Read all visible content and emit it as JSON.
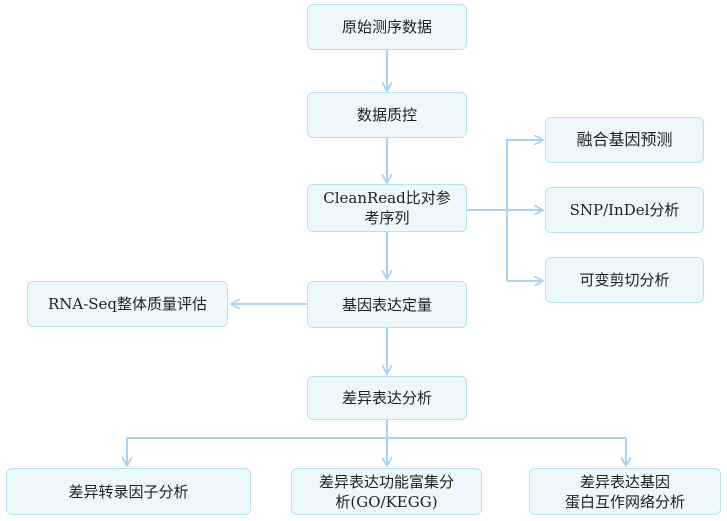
{
  "nodes": {
    "raw_data": "原始测序数据",
    "qc": "数据质控",
    "align_line1": "CleanRead比对参",
    "align_line2": "考序列",
    "fusion": "融合基因预测",
    "snp": "SNP/InDel分析",
    "splice": "可变剪切分析",
    "quant": "基因表达定量",
    "rnaseq_eval": "RNA-Seq整体质量评估",
    "diff_expr": "差异表达分析",
    "tf": "差异转录因子分析",
    "enrich_line1": "差异表达功能富集分",
    "enrich_line2": "析(GO/KEGG)",
    "ppi_line1": "差异表达基因",
    "ppi_line2": "蛋白互作网络分析"
  },
  "colors": {
    "node_fill": "#ecf8fb",
    "node_border": "#b9e3ee",
    "edge": "#a9d3f2"
  }
}
